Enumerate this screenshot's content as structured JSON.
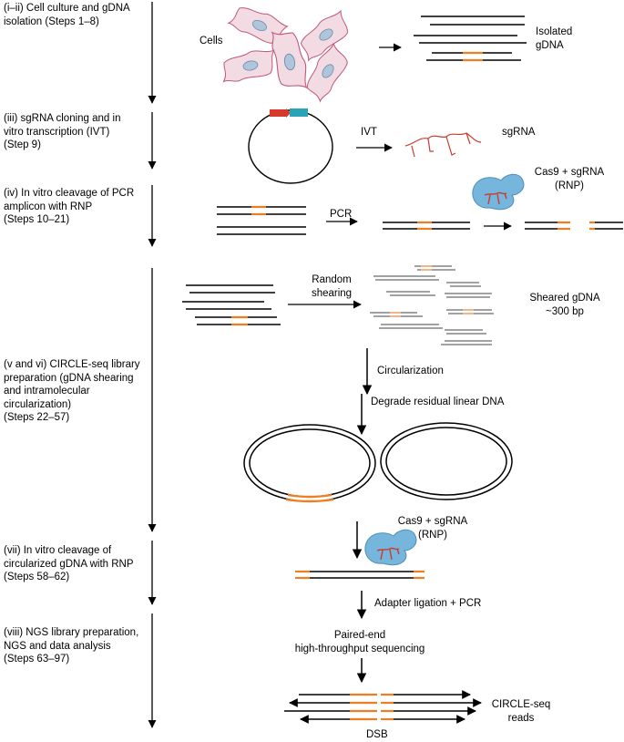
{
  "steps": [
    "(i–ii) Cell culture and gDNA\nisolation (Steps 1–8)",
    "(iii) sgRNA cloning and in\nvitro transcription (IVT)\n(Step 9)",
    "(iv) In vitro cleavage of PCR\namplicon with RNP\n(Steps 10–21)",
    "(v and vi) CIRCLE-seq library\npreparation (gDNA shearing\nand intramolecular\ncircularization)\n(Steps 22–57)",
    "(vii) In vitro cleavage of\ncircularized gDNA with RNP\n(Steps 58–62)",
    "(viii) NGS library preparation,\nNGS and data analysis\n(Steps 63–97)"
  ],
  "labels": {
    "cells": "Cells",
    "isolated_gdna": "Isolated\ngDNA",
    "ivt": "IVT",
    "sgrna": "sgRNA",
    "cas9_top": "Cas9 + sgRNA\n(RNP)",
    "pcr": "PCR",
    "random_shearing": "Random\nshearing",
    "sheared_gdna": "Sheared gDNA\n~300 bp",
    "circularization": "Circularization",
    "degrade": "Degrade residual linear DNA",
    "cas9_bottom": "Cas9 + sgRNA\n(RNP)",
    "adapter": "Adapter ligation + PCR",
    "paired_end": "Paired-end\nhigh-throughput sequencing",
    "circle_reads": "CIRCLE-seq\nreads",
    "dsb": "DSB"
  },
  "colors": {
    "cell_fill": "#f2dbe3",
    "cell_stroke": "#c0587a",
    "nucleus_fill": "#aec5dc",
    "target_orange": "#ef7d22",
    "sgrna_red": "#c63d2f",
    "cas9_blue": "#76b6dd",
    "plasmid_red": "#d63a2a",
    "plasmid_teal": "#2aa3b8"
  },
  "icons": {
    "cells": "cell-icon",
    "plasmid": "plasmid-icon",
    "cas9": "cas9-rnp-icon",
    "sgrna": "sgrna-icon"
  }
}
